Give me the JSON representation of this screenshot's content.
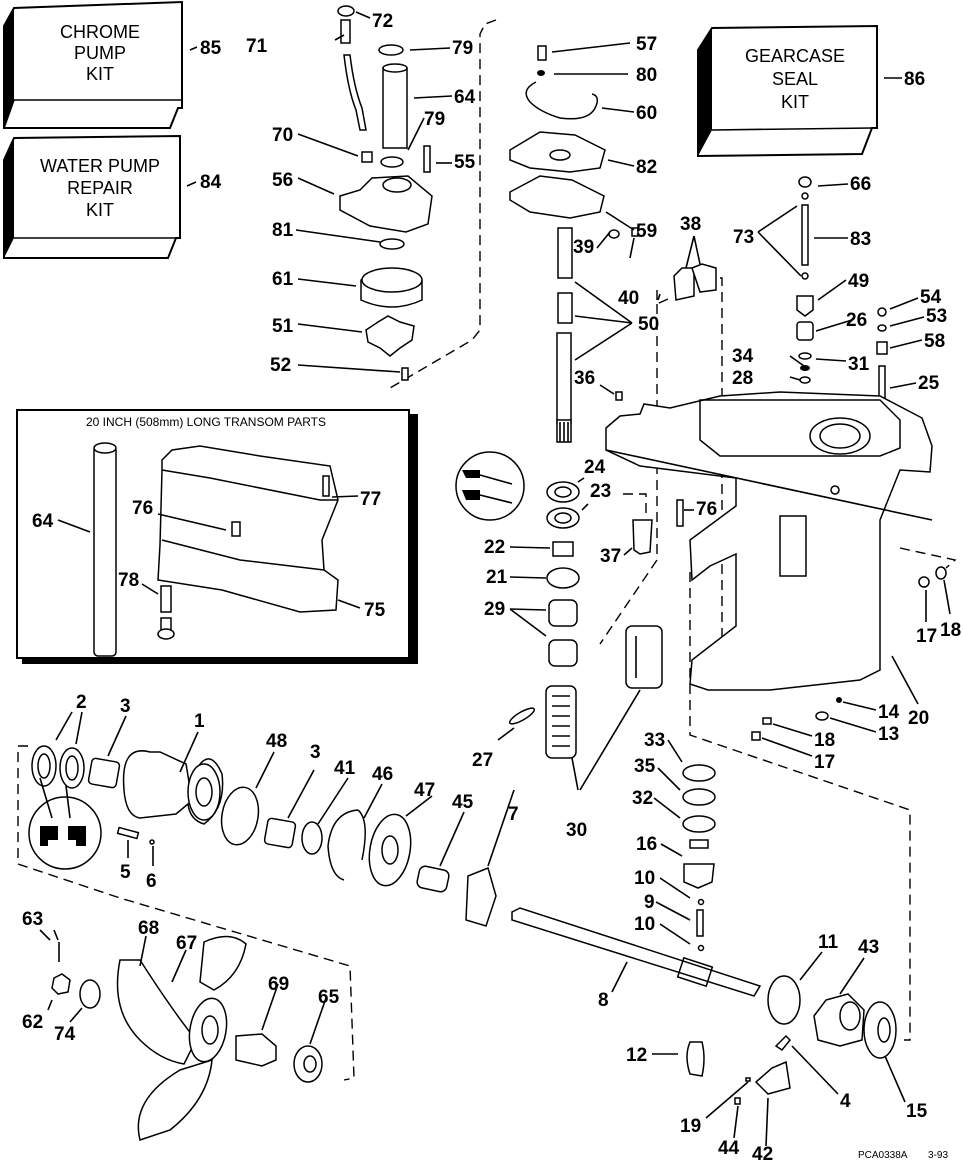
{
  "kits": [
    {
      "id": "chrome-pump-kit",
      "lines": [
        "CHROME",
        "PUMP",
        "KIT"
      ],
      "part_no": "85"
    },
    {
      "id": "water-pump-repair-kit",
      "lines": [
        "WATER PUMP",
        "REPAIR",
        "KIT"
      ],
      "part_no": "84"
    },
    {
      "id": "gearcase-seal-kit",
      "lines": [
        "GEARCASE",
        "SEAL",
        "KIT"
      ],
      "part_no": "86"
    }
  ],
  "inset": {
    "title": "20 INCH (508mm) LONG TRANSOM PARTS",
    "labels": {
      "tube": "64",
      "screw": "76",
      "pin": "77",
      "stud": "78",
      "extension": "75"
    }
  },
  "callouts": {
    "c72": "72",
    "c71": "71",
    "c79a": "79",
    "c64": "64",
    "c79b": "79",
    "c70": "70",
    "c55": "55",
    "c56": "56",
    "c81": "81",
    "c61": "61",
    "c51": "51",
    "c52": "52",
    "c57": "57",
    "c80": "80",
    "c60": "60",
    "c82": "82",
    "c59": "59",
    "c39": "39",
    "c40": "40",
    "c38": "38",
    "c50": "50",
    "c36": "36",
    "c66": "66",
    "c73": "73",
    "c83": "83",
    "c49": "49",
    "c54": "54",
    "c53": "53",
    "c26": "26",
    "c58": "58",
    "c34": "34",
    "c31": "31",
    "c28": "28",
    "c25": "25",
    "c24": "24",
    "c23": "23",
    "c76": "76",
    "c22": "22",
    "c37": "37",
    "c21": "21",
    "c29": "29",
    "c17a": "17",
    "c18a": "18",
    "c20": "20",
    "c14": "14",
    "c13": "13",
    "c18b": "18",
    "c17b": "17",
    "c27": "27",
    "c30": "30",
    "c33": "33",
    "c35": "35",
    "c32": "32",
    "c16": "16",
    "c10a": "10",
    "c9": "9",
    "c10b": "10",
    "c8": "8",
    "c11": "11",
    "c43": "43",
    "c12": "12",
    "c4": "4",
    "c15": "15",
    "c19": "19",
    "c44": "44",
    "c42": "42",
    "c2": "2",
    "c3a": "3",
    "c1": "1",
    "c48": "48",
    "c3b": "3",
    "c41": "41",
    "c46": "46",
    "c47": "47",
    "c45": "45",
    "c7": "7",
    "c5": "5",
    "c6": "6",
    "c63": "63",
    "c68": "68",
    "c67": "67",
    "c69": "69",
    "c65": "65",
    "c62": "62",
    "c74": "74"
  },
  "footer": {
    "drawing_id": "PCA0338A",
    "date": "3-93"
  }
}
